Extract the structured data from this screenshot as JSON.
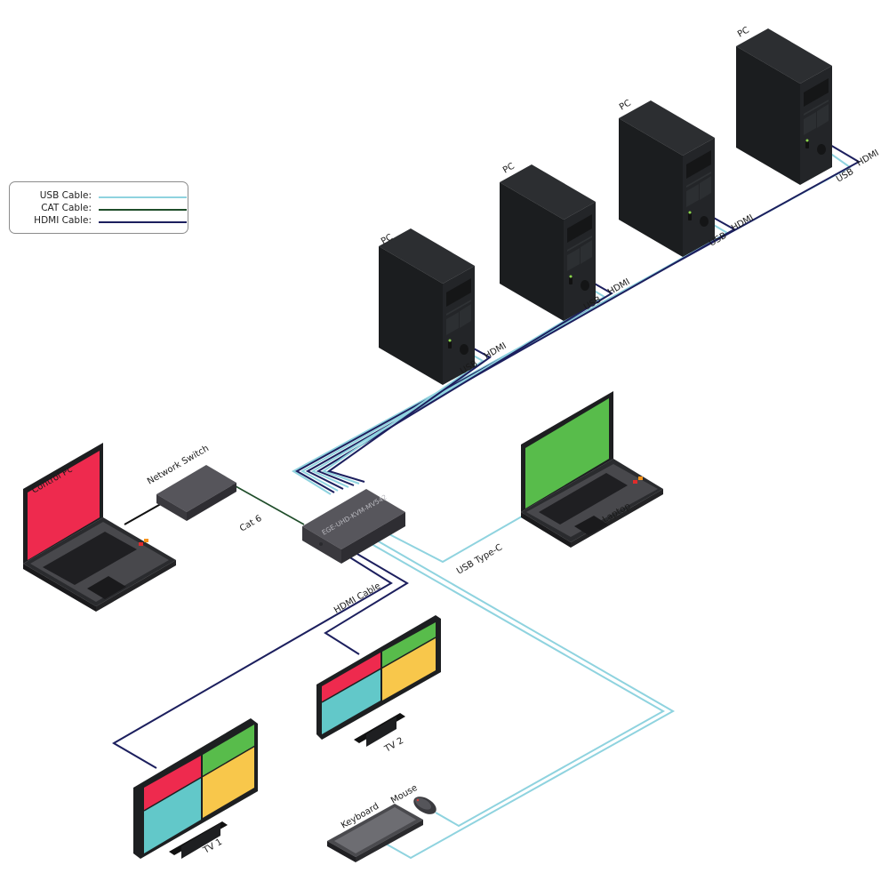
{
  "legend": {
    "items": [
      {
        "label": "USB Cable:",
        "color": "#8fd3df",
        "cable": "usb"
      },
      {
        "label": "CAT Cable:",
        "color": "#1f4d2a",
        "cable": "cat"
      },
      {
        "label": "HDMI Cable:",
        "color": "#1c1f5e",
        "cable": "hdmi"
      }
    ]
  },
  "colors": {
    "usb": "#8fd3df",
    "cat": "#1f4d2a",
    "hdmi": "#1c1f5e",
    "ethernet": "#111111",
    "pc_body": "#1e2022",
    "device_gray": "#4a4a50",
    "screen_red": "#ee2a4e",
    "screen_green": "#58bc4b",
    "screen_yellow": "#f8c74b",
    "screen_cyan": "#62c8c9"
  },
  "devices": {
    "pcs": [
      {
        "label": "PC",
        "ports": [
          "USB",
          "HDMI"
        ]
      },
      {
        "label": "PC",
        "ports": [
          "USB",
          "HDMI"
        ]
      },
      {
        "label": "PC",
        "ports": [
          "USB",
          "HDMI"
        ]
      },
      {
        "label": "PC",
        "ports": [
          "USB",
          "HDMI"
        ]
      }
    ],
    "kvm": {
      "label": "EGE-UHD-KVM-MV542"
    },
    "control_pc": {
      "label": "Control Pc"
    },
    "network_switch": {
      "label": "Network Switch"
    },
    "laptop": {
      "label": "Laptop"
    },
    "tv1": {
      "label": "TV 1"
    },
    "tv2": {
      "label": "TV 2"
    },
    "keyboard": {
      "label": "Keyboard"
    },
    "mouse": {
      "label": "Mouse"
    }
  },
  "cable_labels": {
    "cat6": "Cat 6",
    "hdmi_cable": "HDMI Cable",
    "usb_type_c": "USB Type-C"
  }
}
